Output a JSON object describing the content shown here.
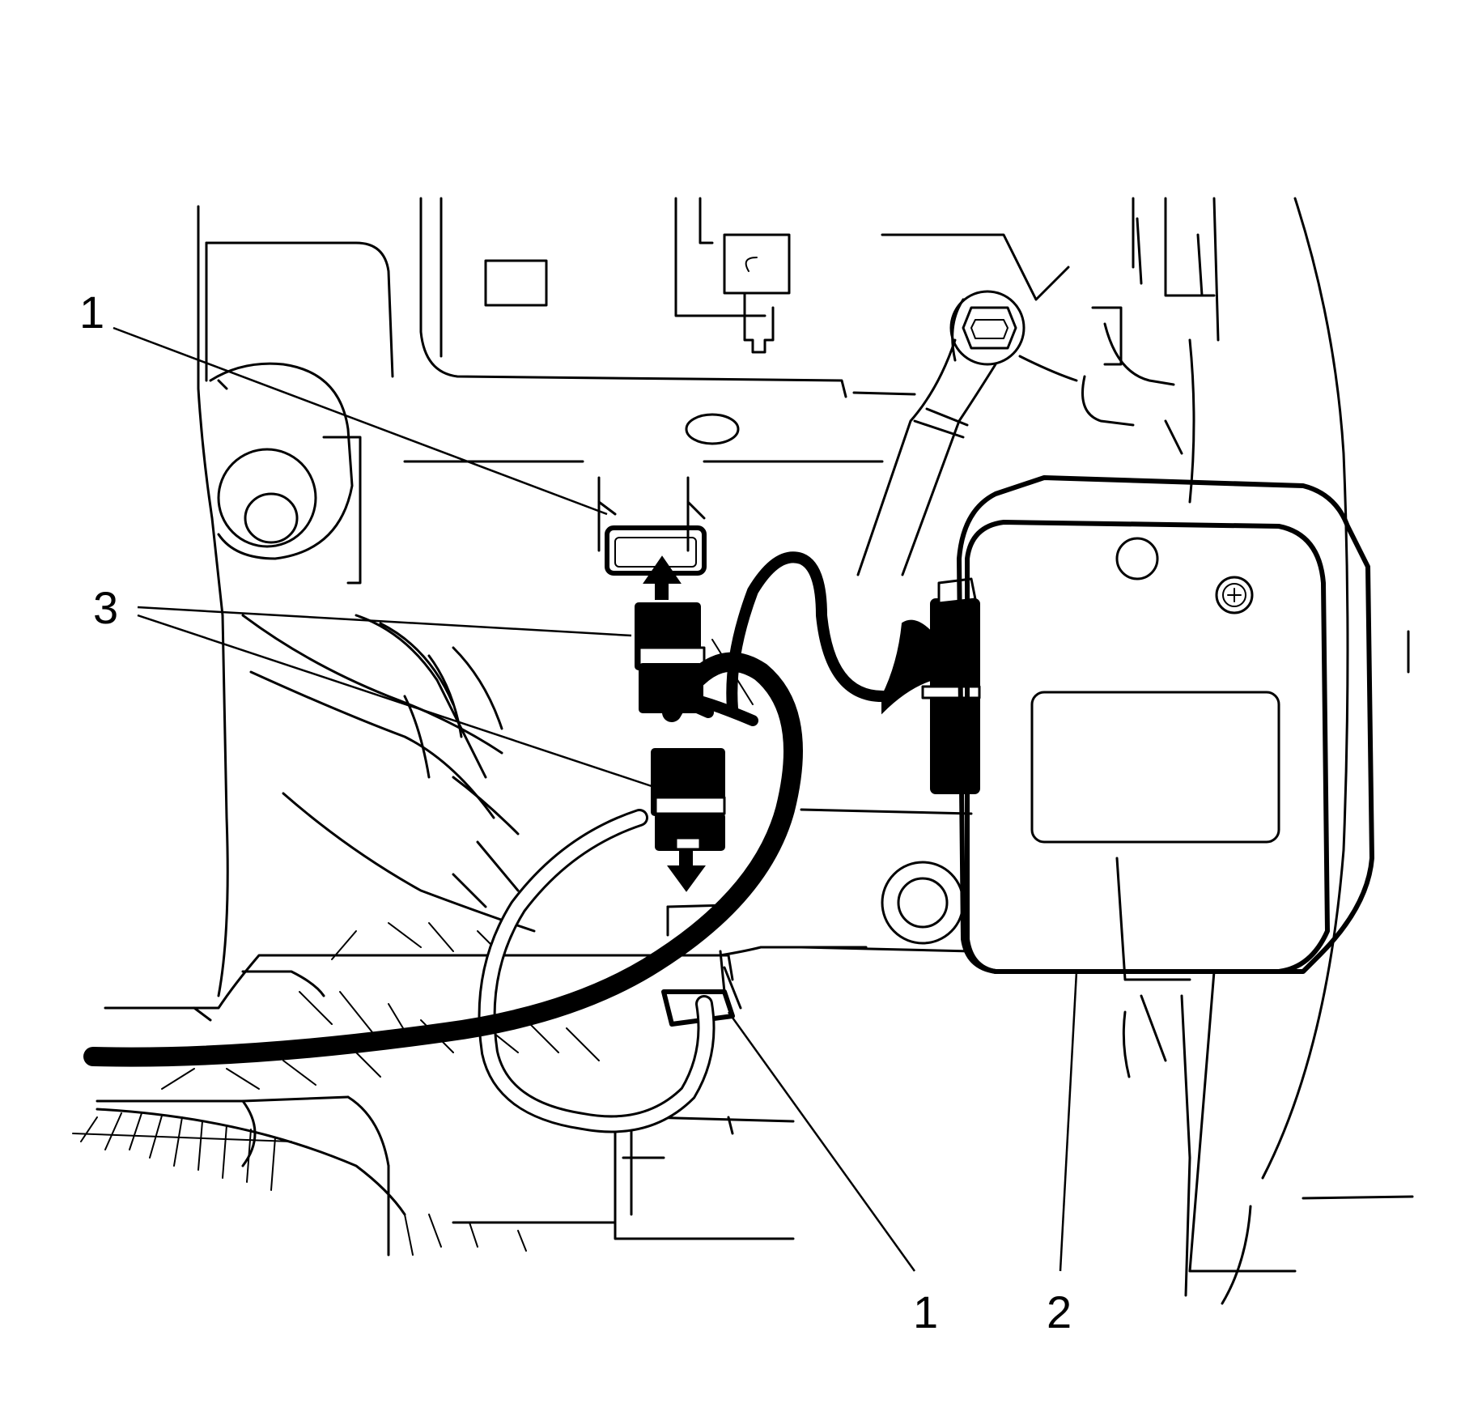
{
  "callouts": {
    "label_1_upper": "1",
    "label_3": "3",
    "label_1_lower": "1",
    "label_2": "2"
  },
  "colors": {
    "line": "#000000",
    "background": "#ffffff"
  }
}
